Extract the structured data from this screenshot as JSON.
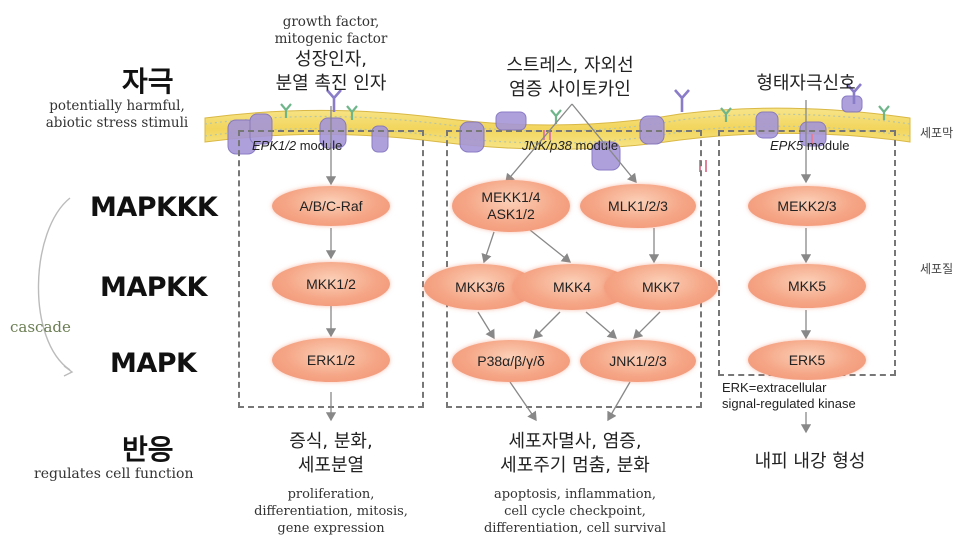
{
  "tiers": {
    "stimulus_ko": "자극",
    "stimulus_en": "potentially harmful, abiotic stress stimuli",
    "mapkkk": "MAPKKK",
    "mapkk": "MAPKK",
    "mapk": "MAPK",
    "cascade": "cascade",
    "response_ko": "반응",
    "response_en": "regulates cell function"
  },
  "compartments": {
    "membrane": "세포막",
    "cytoplasm": "세포질"
  },
  "inputs": {
    "erk_en_1": "growth factor,",
    "erk_en_2": "mitogenic factor",
    "erk_ko_1": "성장인자,",
    "erk_ko_2": "분열 촉진 인자",
    "jnk_ko_1": "스트레스, 자외선",
    "jnk_ko_2": "염증 사이토카인",
    "erk5_ko": "형태자극신호"
  },
  "modules": {
    "erk": {
      "italic": "EPK1/2",
      "suffix": " module"
    },
    "jnk": {
      "italic": "JNK/p38",
      "suffix": " module"
    },
    "erk5": {
      "italic": "EPK5",
      "suffix": " module"
    }
  },
  "nodes": {
    "raf": "A/B/C-Raf",
    "mkk12": "MKK1/2",
    "erk12": "ERK1/2",
    "mekk14": "MEKK1/4",
    "ask12": "ASK1/2",
    "mlk": "MLK1/2/3",
    "mkk36": "MKK3/6",
    "mkk4": "MKK4",
    "mkk7": "MKK7",
    "p38": "P38α/β/γ/δ",
    "jnk": "JNK1/2/3",
    "mekk23": "MEKK2/3",
    "mkk5": "MKK5",
    "erk5": "ERK5"
  },
  "note": {
    "line1": "ERK=extracellular",
    "line2": "signal-regulated kinase"
  },
  "outputs": {
    "erk_ko_1": "증식, 분화,",
    "erk_ko_2": "세포분열",
    "erk_en_1": "proliferation,",
    "erk_en_2": "differentiation, mitosis,",
    "erk_en_3": "gene expression",
    "jnk_ko_1": "세포자멸사, 염증,",
    "jnk_ko_2": "세포주기 멈춤, 분화",
    "jnk_en_1": "apoptosis, inflammation,",
    "jnk_en_2": "cell cycle checkpoint,",
    "jnk_en_3": "differentiation, cell survival",
    "erk5_ko": "내피 내강 형성"
  }
}
